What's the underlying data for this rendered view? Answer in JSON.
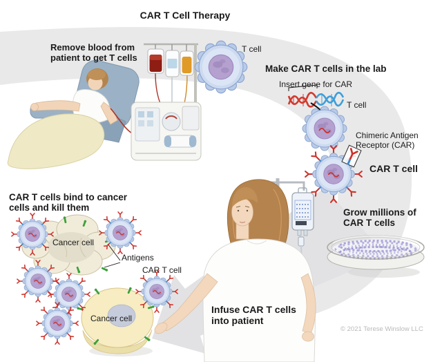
{
  "title": "CAR T Cell Therapy",
  "steps": [
    {
      "id": "remove-blood",
      "label": "Remove blood from\npatient to get T cells"
    },
    {
      "id": "make-car-t-cells",
      "label": "Make CAR T cells in the lab",
      "sublabel": "Insert gene for CAR"
    },
    {
      "id": "grow-car-t-cells",
      "label": "Grow millions of\nCAR T cells"
    },
    {
      "id": "bind-and-kill",
      "label": "CAR T cells bind to cancer\ncells and kill them"
    },
    {
      "id": "infuse",
      "label": "Infuse CAR T cells\ninto patient"
    }
  ],
  "annotations": {
    "t_cell_top": "T cell",
    "t_cell_lab": "T cell",
    "chimeric_receptor": "Chimeric Antigen\nReceptor (CAR)",
    "car_t_cell_bold": "CAR T cell",
    "car_t_cell_small": "CAR T cell",
    "cancer_cell_mass": "Cancer cell",
    "cancer_cell_round": "Cancer cell",
    "antigens": "Antigens"
  },
  "footer": {
    "copyright": "© 2021 Terese Winslow LLC"
  },
  "colors": {
    "flow_band": "#e9e9ea",
    "flow_arrow": "#e2e2e4",
    "cell_body": "#ccdaf0",
    "cell_edge": "#8da6cf",
    "nucleus_purple": "#b5a1cf",
    "receptor_red": "#cd312a",
    "receptor_stalk_blue": "#3d86c9",
    "antigen_green": "#3da03c",
    "dna_red": "#d23a2e",
    "dna_blue": "#3e9ed8",
    "cancer_cream": "#f1ecda",
    "cancer_yellow": "#f7ecc2",
    "blood_red": "#8e1d14",
    "plasma_orange": "#e09a28"
  }
}
